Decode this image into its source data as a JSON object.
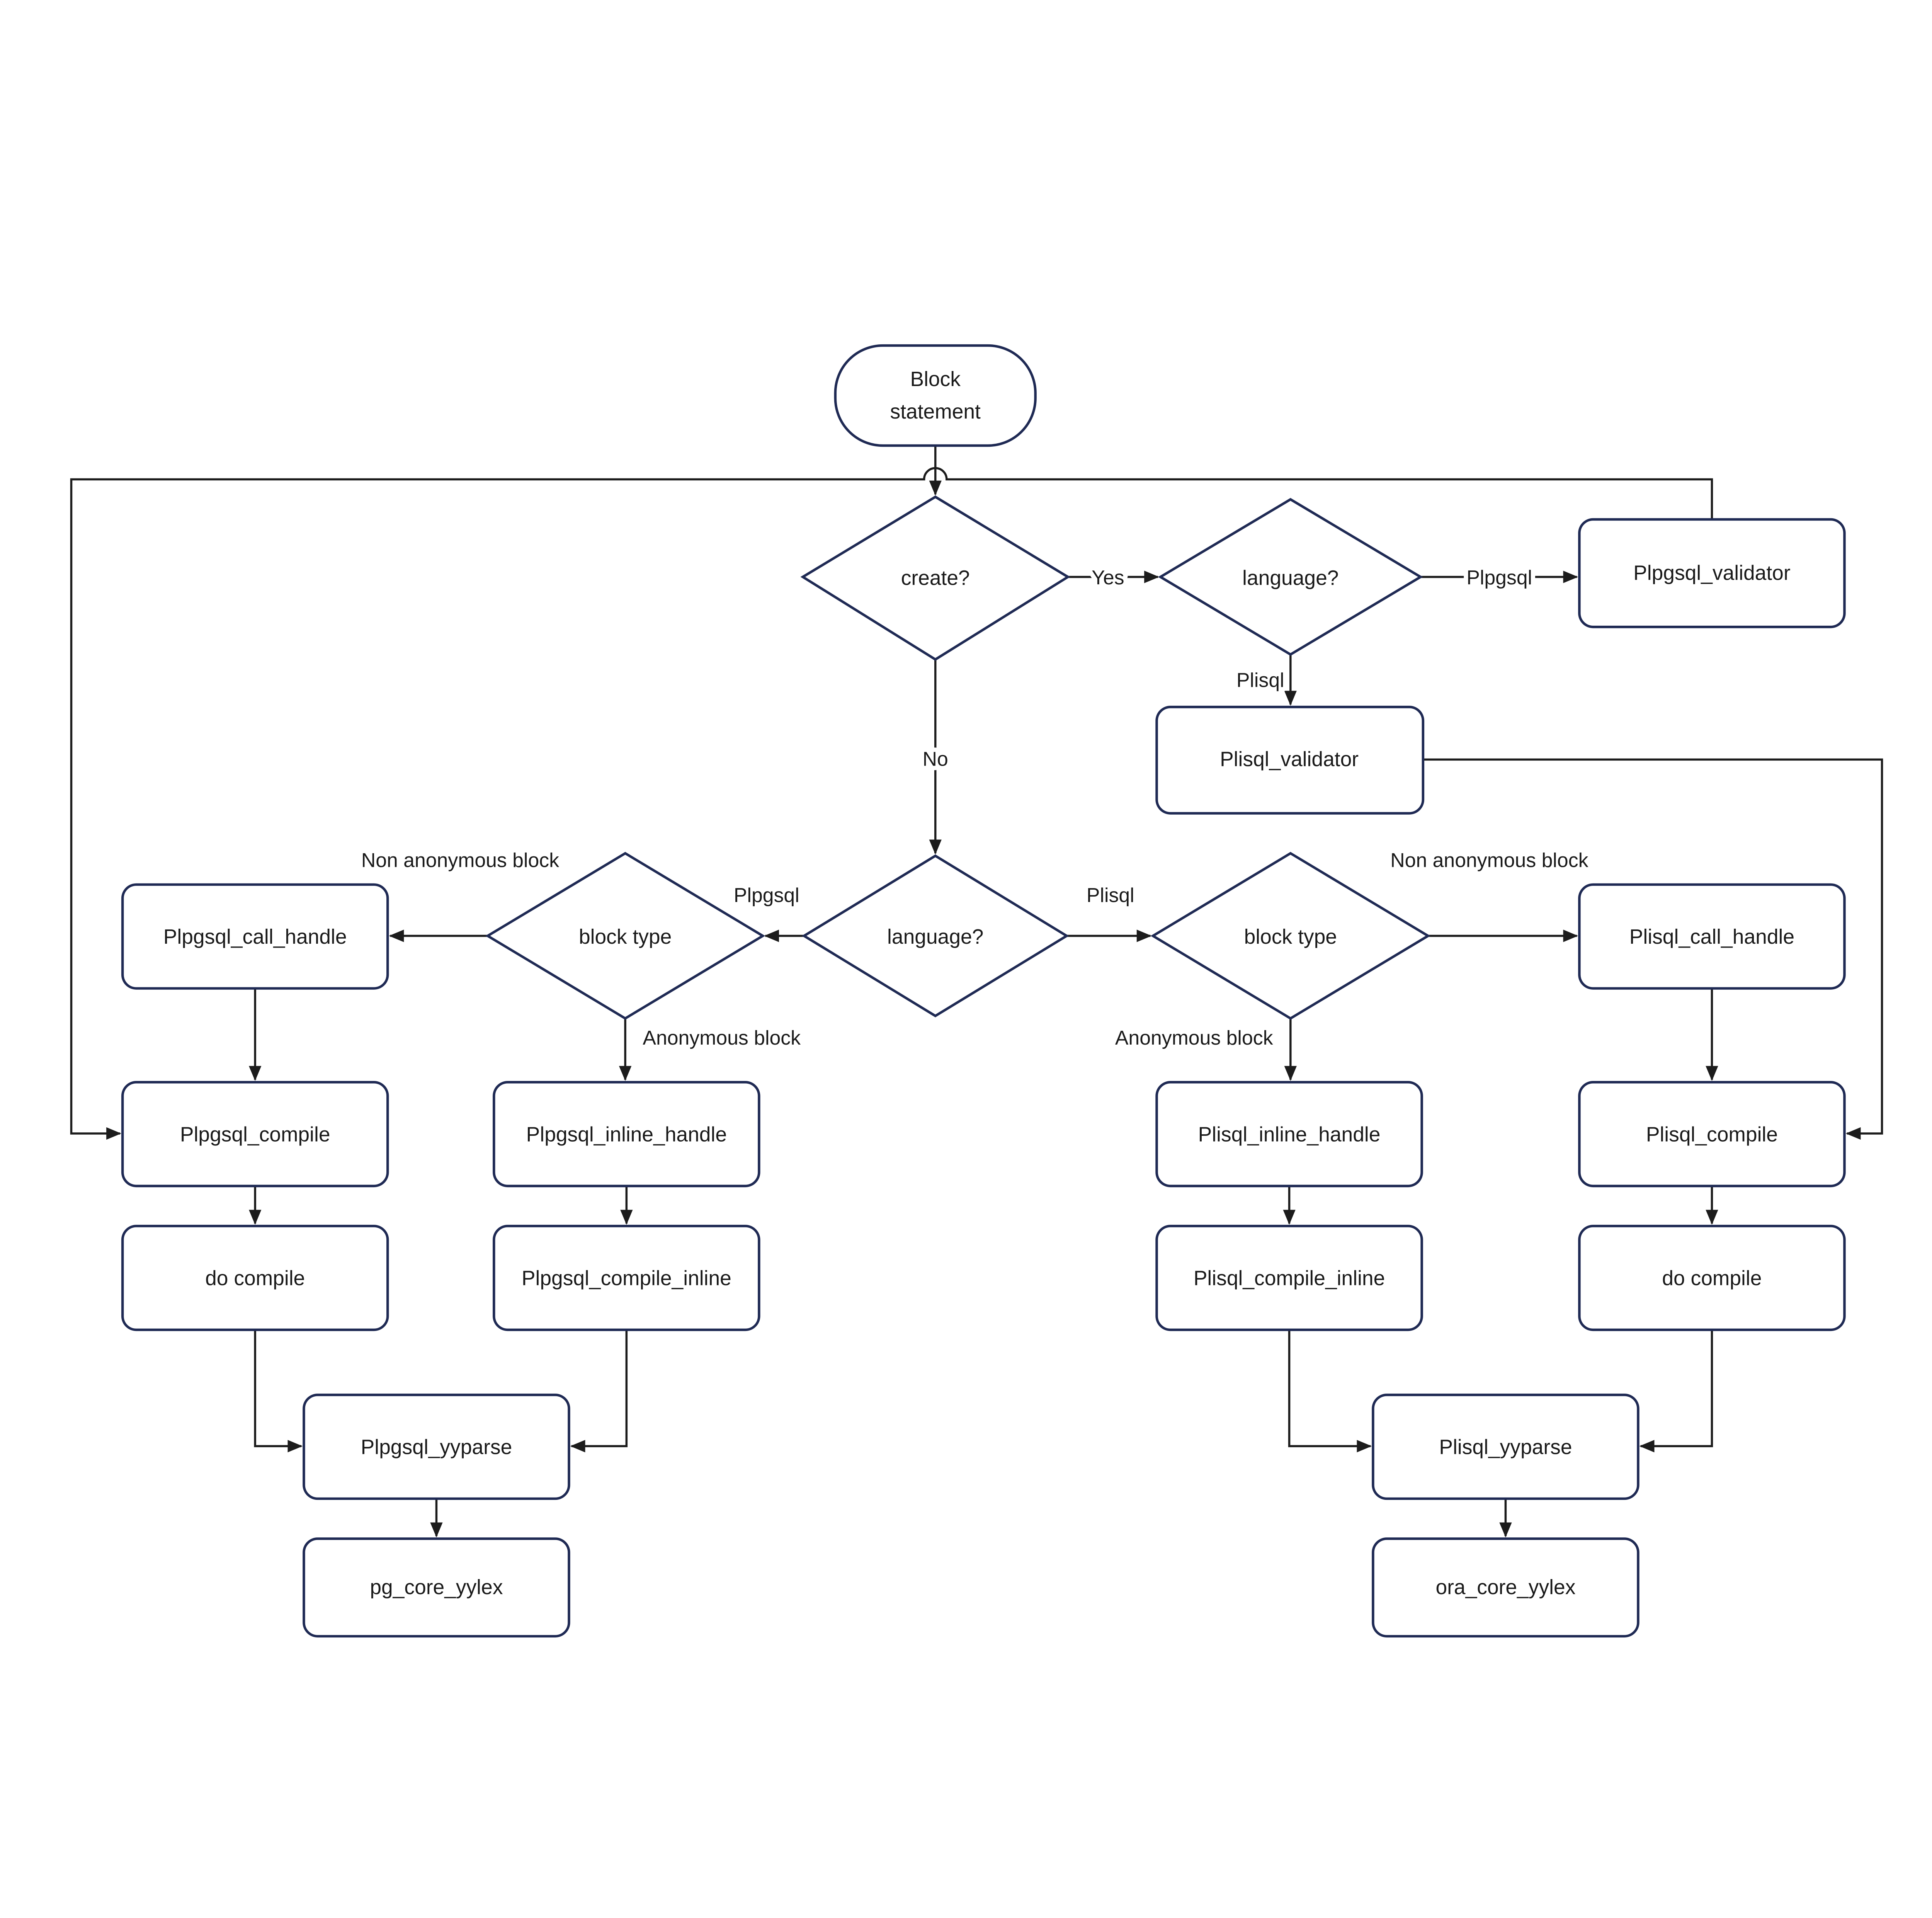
{
  "diagram": {
    "type": "flowchart",
    "subject": "Block statement processing flow for Plpgsql and Plisql languages"
  },
  "colors": {
    "background": "#ffffff",
    "node_border": "#1f2a54",
    "connector": "#1c1c1c",
    "text": "#1a1a1a"
  },
  "nodes": {
    "block_statement": {
      "shape": "terminator",
      "line1": "Block",
      "line2": "statement"
    },
    "create_decision": {
      "shape": "decision",
      "label": "create?"
    },
    "language_top_decision": {
      "shape": "decision",
      "label": "language?"
    },
    "plpgsql_validator": {
      "shape": "process",
      "label": "Plpgsql_validator"
    },
    "plisql_validator": {
      "shape": "process",
      "label": "Plisql_validator"
    },
    "language_mid_decision": {
      "shape": "decision",
      "label": "language?"
    },
    "block_type_left_decision": {
      "shape": "decision",
      "label": "block type"
    },
    "block_type_right_decision": {
      "shape": "decision",
      "label": "block type"
    },
    "plpgsql_call_handle": {
      "shape": "process",
      "label": "Plpgsql_call_handle"
    },
    "plisql_call_handle": {
      "shape": "process",
      "label": "Plisql_call_handle"
    },
    "plpgsql_compile": {
      "shape": "process",
      "label": "Plpgsql_compile"
    },
    "plpgsql_inline_handle": {
      "shape": "process",
      "label": "Plpgsql_inline_handle"
    },
    "plisql_inline_handle": {
      "shape": "process",
      "label": "Plisql_inline_handle"
    },
    "plisql_compile": {
      "shape": "process",
      "label": "Plisql_compile"
    },
    "do_compile_left": {
      "shape": "process",
      "label": "do compile"
    },
    "plpgsql_compile_inline": {
      "shape": "process",
      "label": "Plpgsql_compile_inline"
    },
    "plisql_compile_inline": {
      "shape": "process",
      "label": "Plisql_compile_inline"
    },
    "do_compile_right": {
      "shape": "process",
      "label": "do compile"
    },
    "plpgsql_yyparse": {
      "shape": "process",
      "label": "Plpgsql_yyparse"
    },
    "plisql_yyparse": {
      "shape": "process",
      "label": "Plisql_yyparse"
    },
    "pg_core_yylex": {
      "shape": "process",
      "label": "pg_core_yylex"
    },
    "ora_core_yylex": {
      "shape": "process",
      "label": "ora_core_yylex"
    }
  },
  "edge_labels": {
    "yes": "Yes",
    "no": "No",
    "plpgsql_top": "Plpgsql",
    "plisql_top": "Plisql",
    "plpgsql_mid": "Plpgsql",
    "plisql_mid": "Plisql",
    "non_anonymous_left": "Non anonymous block",
    "anonymous_left": "Anonymous block",
    "non_anonymous_right": "Non anonymous block",
    "anonymous_right": "Anonymous block"
  }
}
